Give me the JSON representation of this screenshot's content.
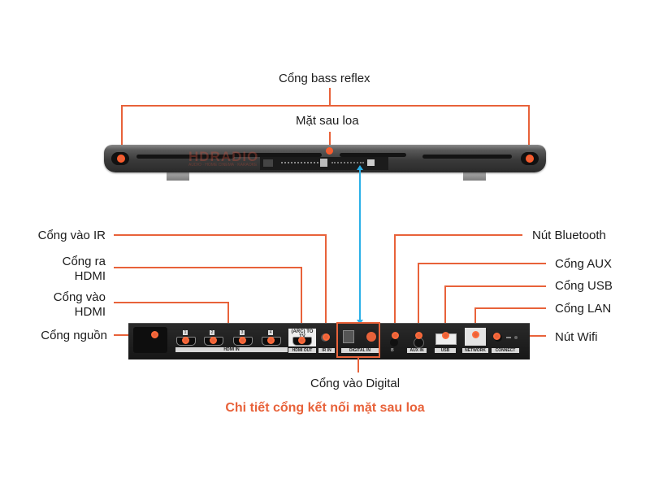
{
  "top_view": {
    "label_bass_reflex": "Cổng bass reflex",
    "label_back_panel": "Mặt sau loa",
    "watermark": "HDRADIO",
    "watermark_sub": "AUDIO · HOME CINEMA · KARAOKE"
  },
  "panel": {
    "hdmi_numbers": [
      "1",
      "2",
      "3",
      "4"
    ],
    "hdmi_in_tag": "HDMI IN",
    "hdmi_out_header": "(ARC) TO TV",
    "hdmi_out_tag": "HDMI OUT",
    "ir_tag": "IR IN",
    "digital_tag": "DIGITAL IN",
    "bluetooth_symbol": "ʙ",
    "aux_tag": "AUX IN",
    "usb_tag": "USB",
    "network_tag": "NETWORK",
    "connect_tag": "CONNECT"
  },
  "labels_left": [
    {
      "id": "ir",
      "text": "Cổng vào IR"
    },
    {
      "id": "hdmi_out",
      "line1": "Cổng ra",
      "line2": "HDMI"
    },
    {
      "id": "hdmi_in",
      "line1": "Cổng vào",
      "line2": "HDMI"
    },
    {
      "id": "power",
      "text": "Cổng nguồn"
    }
  ],
  "labels_right": [
    {
      "id": "bluetooth",
      "text": "Nút Bluetooth"
    },
    {
      "id": "aux",
      "text": "Cổng AUX"
    },
    {
      "id": "usb",
      "text": "Cổng USB"
    },
    {
      "id": "lan",
      "text": "Cổng LAN"
    },
    {
      "id": "wifi",
      "text": "Nút Wifi"
    }
  ],
  "label_bottom": "Cổng vào Digital",
  "caption": "Chi tiết cổng kết nối mặt sau loa",
  "colors": {
    "accent": "#e8623a",
    "arrow": "#2ab0e8"
  }
}
